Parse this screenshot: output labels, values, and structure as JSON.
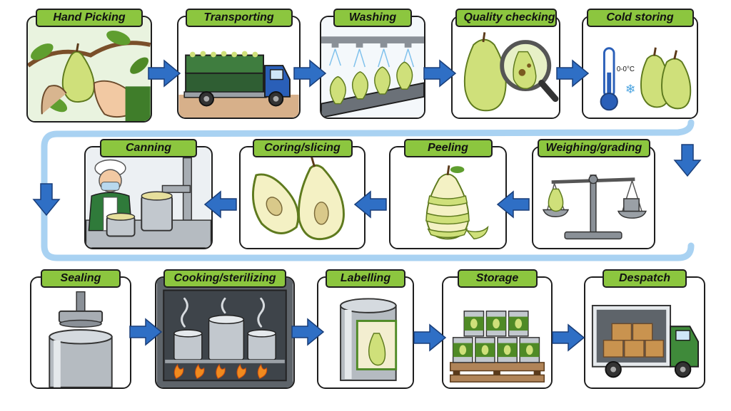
{
  "diagram": {
    "steps": [
      {
        "label": "Hand Picking",
        "icon": "pear-tree-hand-icon"
      },
      {
        "label": "Transporting",
        "icon": "truck-crates-icon"
      },
      {
        "label": "Washing",
        "icon": "washing-conveyor-icon"
      },
      {
        "label": "Quality checking",
        "icon": "magnifier-pear-icon"
      },
      {
        "label": "Cold storing",
        "icon": "thermometer-pear-icon"
      },
      {
        "label": "Weighing/grading",
        "icon": "balance-scale-icon"
      },
      {
        "label": "Peeling",
        "icon": "peeled-pear-icon"
      },
      {
        "label": "Coring/slicing",
        "icon": "sliced-pear-icon"
      },
      {
        "label": "Canning",
        "icon": "worker-canning-icon"
      },
      {
        "label": "Sealing",
        "icon": "sealing-press-icon"
      },
      {
        "label": "Cooking/sterilizing",
        "icon": "steaming-cans-icon"
      },
      {
        "label": "Labelling",
        "icon": "labelled-can-icon"
      },
      {
        "label": "Storage",
        "icon": "stacked-cans-icon"
      },
      {
        "label": "Despatch",
        "icon": "delivery-truck-icon"
      }
    ],
    "thermometer_text": "0-0°C",
    "colors": {
      "label_fill": "#8cc63f",
      "arrow_fill": "#2f6fc5",
      "loop_path": "#a9d2f2",
      "pear_light": "#cfe07a",
      "pear_dark": "#8fb33a"
    }
  }
}
